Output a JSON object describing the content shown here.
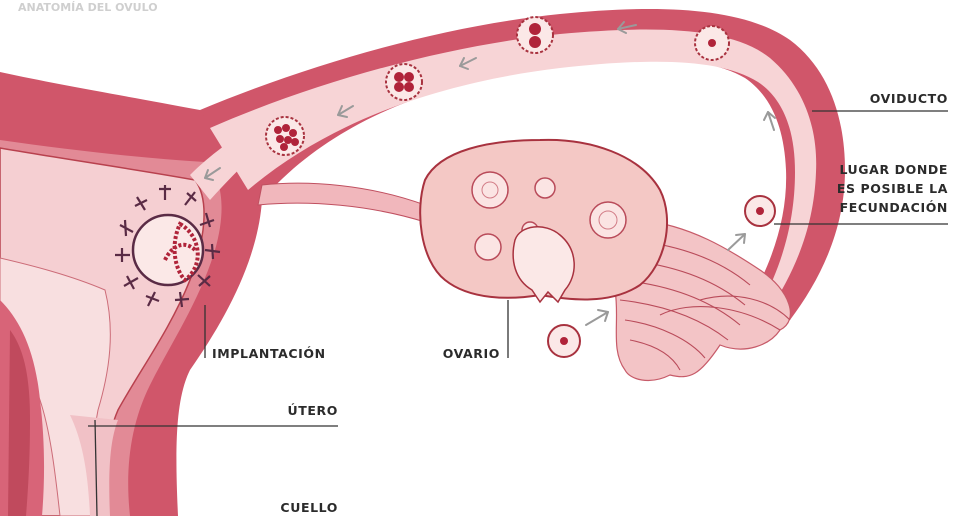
{
  "top_text": "ANATOMÍA DEL OVULO",
  "labels": {
    "oviducto": "OVIDUCTO",
    "fecundacion": [
      "LUGAR DONDE",
      "ES POSIBLE LA",
      "FECUNDACIÓN"
    ],
    "implantacion": "IMPLANTACIÓN",
    "ovario": "OVARIO",
    "utero": "ÚTERO",
    "cuello": "CUELLO"
  },
  "colors": {
    "tissue_dark": "#d0566a",
    "tissue_mid": "#e8909c",
    "tissue_light": "#f6d3d4",
    "outline": "#a8323f",
    "ovary": "#f4c8c5",
    "arrow": "#9a9a9a",
    "label": "#2b2b2b"
  },
  "icons": {
    "movement_arrows": "arrow-icon",
    "egg_cells": "ovum-icon"
  }
}
